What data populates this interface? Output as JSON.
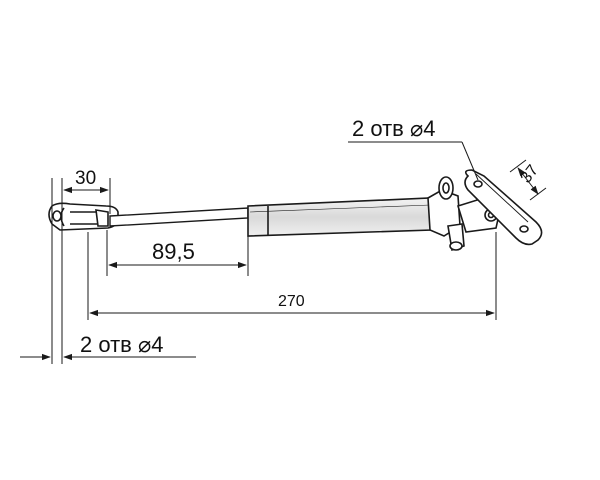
{
  "dimensions": {
    "left_width": "30",
    "offset": "89,5",
    "overall_length": "270",
    "right_width": "37"
  },
  "hole_notes": {
    "top_right": "2 отв ⌀4",
    "bottom_left": "2 отв ⌀4"
  },
  "colors": {
    "stroke": "#1a1a1a",
    "part_fill": "#ffffff",
    "cylinder_fill": "#e6e6e6"
  }
}
